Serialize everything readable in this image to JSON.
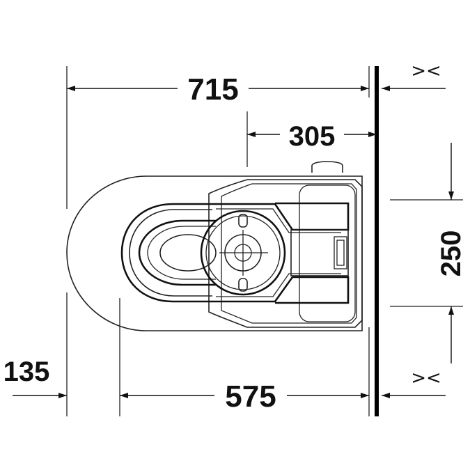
{
  "dimensions": {
    "total_length": "715",
    "wall_to_center": "305",
    "fixing_spacing": "250",
    "front_offset": "135",
    "fixing_length": "575"
  },
  "symbols": {
    "top_wall_symbol": "><",
    "bottom_wall_symbol": "><"
  }
}
